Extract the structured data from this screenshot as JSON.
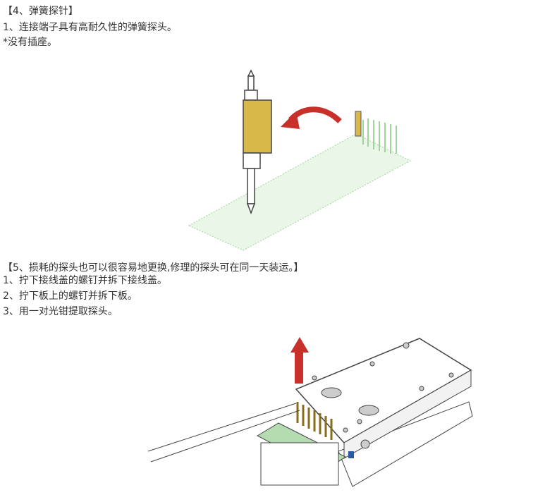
{
  "section4": {
    "heading": "【4、弹簧探针】",
    "lines": [
      "1、连接端子具有高耐久性的弹簧探头。",
      "*没有插座。"
    ]
  },
  "section5": {
    "heading": "【5、损耗的探头也可以很容易地更换,修理的探头可在同一天装运。】",
    "lines": [
      "1、拧下接线盖的螺钉并拆下接线盖。",
      "2、拧下板上的螺钉并拆下板。",
      "3、用一对光钳提取探头。"
    ]
  },
  "colors": {
    "text": "#333333",
    "arrow": "#c8302a",
    "spring": "#d9b84a",
    "pcb": "#9fd49a",
    "connector": "#b5dbb0"
  }
}
